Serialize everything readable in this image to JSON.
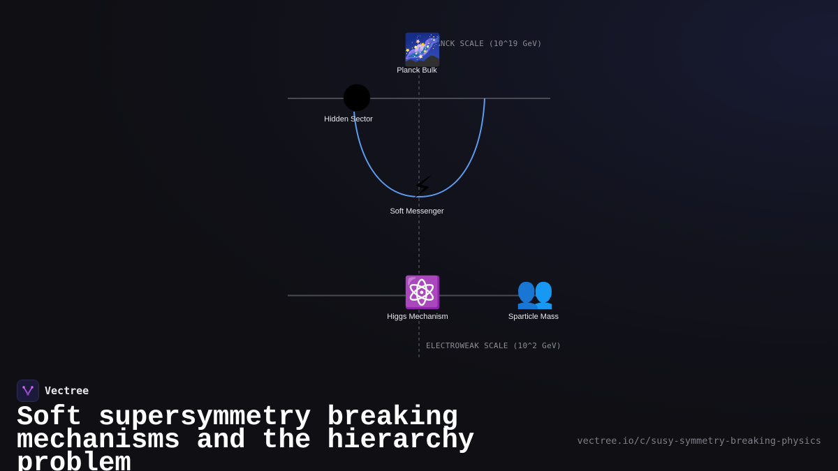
{
  "diagram": {
    "scales": {
      "top": "PLANCK SCALE (10^19 GeV)",
      "bottom": "ELECTROWEAK SCALE (10^2 GeV)"
    },
    "nodes": [
      {
        "id": "planck-bulk",
        "label": "Planck Bulk",
        "icon": "milky-way-icon",
        "glyph": "🌌"
      },
      {
        "id": "hidden-sector",
        "label": "Hidden Sector",
        "icon": "new-moon-icon",
        "glyph": "🌑"
      },
      {
        "id": "soft-messenger",
        "label": "Soft Messenger",
        "icon": "lightning-icon",
        "glyph": "⚡"
      },
      {
        "id": "higgs-mechanism",
        "label": "Higgs Mechanism",
        "icon": "atom-icon",
        "glyph": "⚛️"
      },
      {
        "id": "sparticle-mass",
        "label": "Sparticle Mass",
        "icon": "people-icon",
        "glyph": "👥"
      }
    ],
    "colors": {
      "messenger_curve": "#5b9cf0",
      "scale_line": "#4a4a52",
      "axis": "#55555e"
    }
  },
  "footer": {
    "brand": "Vectree",
    "title": "Soft supersymmetry breaking mechanisms and the hierarchy problem",
    "url": "vectree.io/c/susy-symmetry-breaking-physics"
  }
}
